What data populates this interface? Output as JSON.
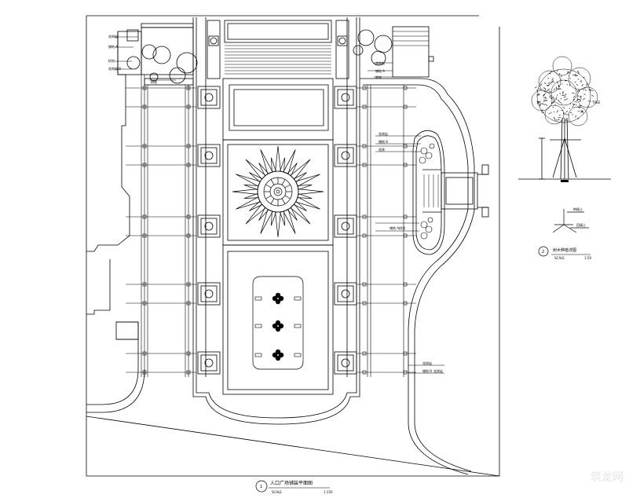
{
  "drawing": {
    "main_plan": {
      "number": "1",
      "title": "入口广场铺装平面图",
      "scale_label": "SCALE",
      "scale_value": "1:150"
    },
    "tree_detail": {
      "number": "2",
      "title": "树木种植详图",
      "scale_label": "SCALE",
      "scale_value": "1:50",
      "note": "TREE"
    },
    "callouts_left": [
      "花岗岩",
      "铺地 A",
      "树池",
      "花岗岩 B",
      "树池"
    ],
    "callouts_top_right": [
      "花岗岩",
      "铺地 A",
      "花钵"
    ],
    "callouts_right": [
      "花岗岩",
      "铺地 B",
      "花钵",
      "铺地 A",
      "树池"
    ],
    "callouts_bottom_right": [
      "花岗岩",
      "铺地 B",
      "花岗岩"
    ],
    "tree_labels": [
      "种植土",
      "回填土"
    ],
    "watermark": "筑龙网"
  }
}
